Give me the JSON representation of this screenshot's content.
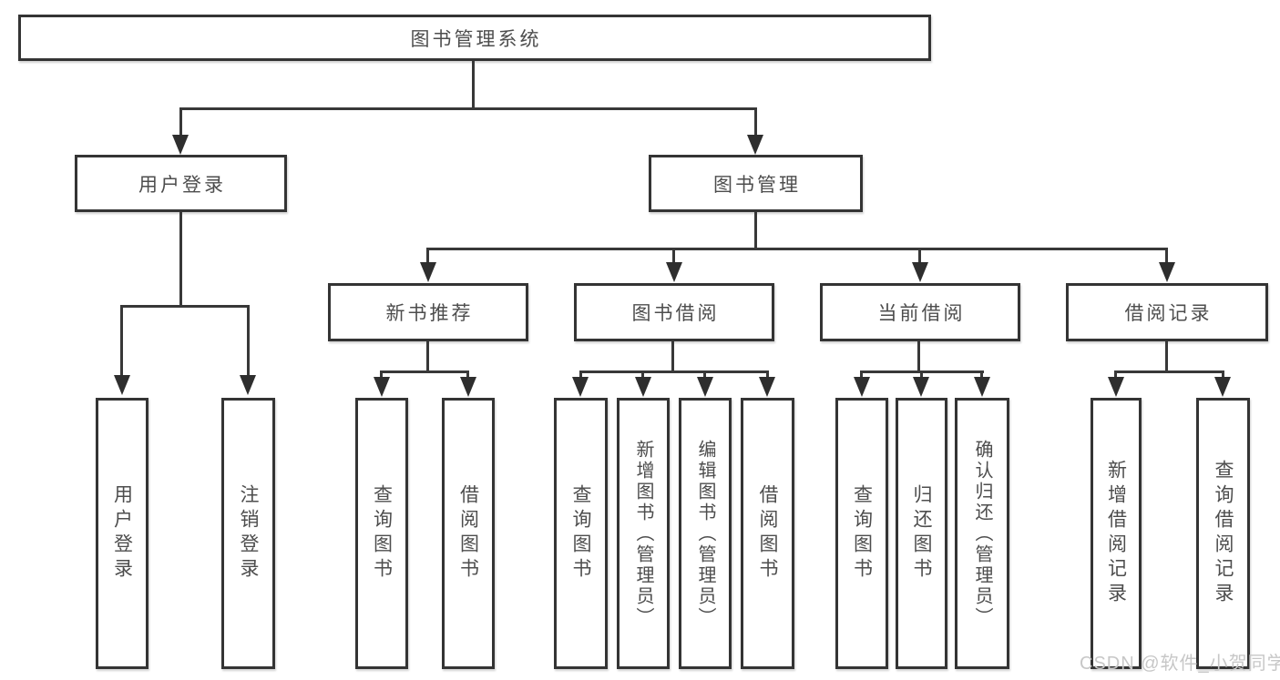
{
  "diagram": {
    "root": "图书管理系统",
    "branches": [
      {
        "label": "用户登录",
        "children": [
          "用户登录",
          "注销登录"
        ]
      },
      {
        "label": "图书管理",
        "groups": [
          {
            "label": "新书推荐",
            "children": [
              "查询图书",
              "借阅图书"
            ]
          },
          {
            "label": "图书借阅",
            "children": [
              "查询图书",
              "新增图书（管理员）",
              "编辑图书（管理员）",
              "借阅图书"
            ]
          },
          {
            "label": "当前借阅",
            "children": [
              "查询图书",
              "归还图书",
              "确认归还（管理员）"
            ]
          },
          {
            "label": "借阅记录",
            "children": [
              "新增借阅记录",
              "查询借阅记录"
            ]
          }
        ]
      }
    ]
  },
  "watermark": "CSDN @软件_小贺同学",
  "colors": {
    "line": "#383838",
    "box_border": "#343434",
    "box_background": "#ffffff",
    "text": "#4d4d4d",
    "watermark": "#c7c7c7"
  }
}
